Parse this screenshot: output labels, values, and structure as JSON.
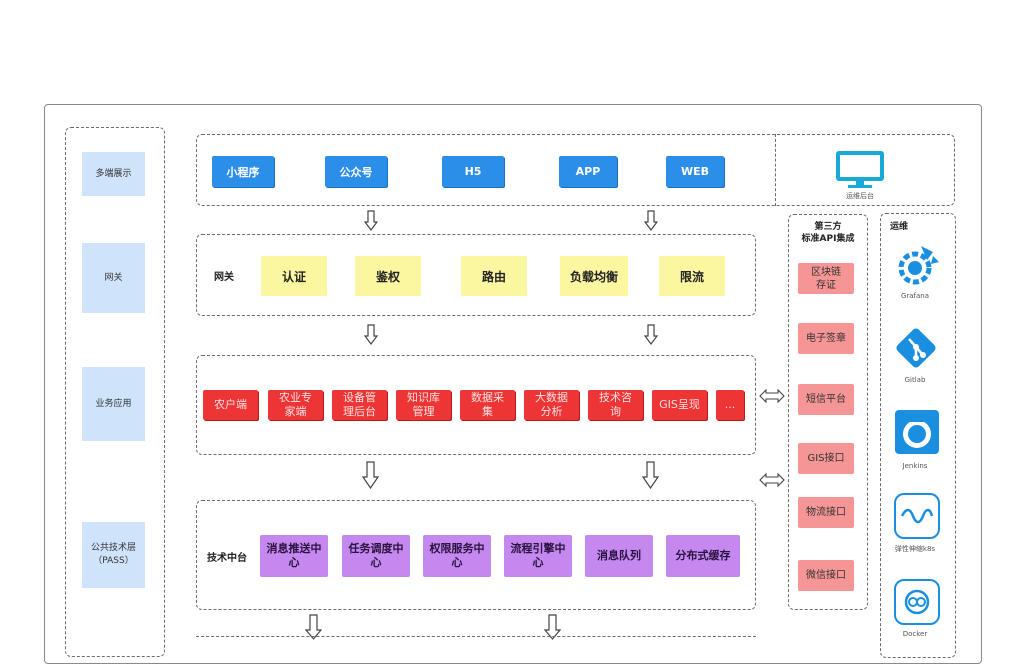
{
  "layers": [
    "多端展示",
    "网关",
    "业务应用",
    "公共技术层\n（PASS）"
  ],
  "clients": {
    "items": [
      "小程序",
      "公众号",
      "H5",
      "APP",
      "WEB"
    ],
    "ops_console_label": "运维后台"
  },
  "gateway": {
    "label": "网关",
    "items": [
      "认证",
      "鉴权",
      "路由",
      "负载均衡",
      "限流"
    ]
  },
  "business": {
    "items": [
      "农户端",
      "农业专\n家端",
      "设备管\n理后台",
      "知识库\n管理",
      "数据采\n集",
      "大数据\n分析",
      "技术咨\n询",
      "GIS呈现",
      "..."
    ]
  },
  "tech": {
    "label": "技术中台",
    "items": [
      "消息推送中\n心",
      "任务调度中\n心",
      "权限服务中\n心",
      "流程引擎中\n心",
      "消息队列",
      "分布式缓存"
    ]
  },
  "third_party": {
    "title": "第三方\n标准API集成",
    "items": [
      "区块链\n存证",
      "电子签章",
      "短信平台",
      "GIS接口",
      "物流接口",
      "微信接口"
    ]
  },
  "ops": {
    "title": "运维",
    "tools": [
      {
        "label": "Grafana",
        "icon": "grafana-icon"
      },
      {
        "label": "Gitlab",
        "icon": "gitlab-icon"
      },
      {
        "label": "Jenkins",
        "icon": "jenkins-icon"
      },
      {
        "label": "弹性伸缩k8s",
        "icon": "kubernetes-icon"
      },
      {
        "label": "Docker",
        "icon": "docker-icon"
      }
    ]
  },
  "colors": {
    "client_blue": "#2b8ee8",
    "gateway_yellow": "#fbf6a0",
    "business_red": "#ee3535",
    "tech_purple": "#c488ee",
    "third_party_pink": "#f69595",
    "layer_blue": "#cfe3fb",
    "monitor_cyan": "#19a9d8"
  }
}
